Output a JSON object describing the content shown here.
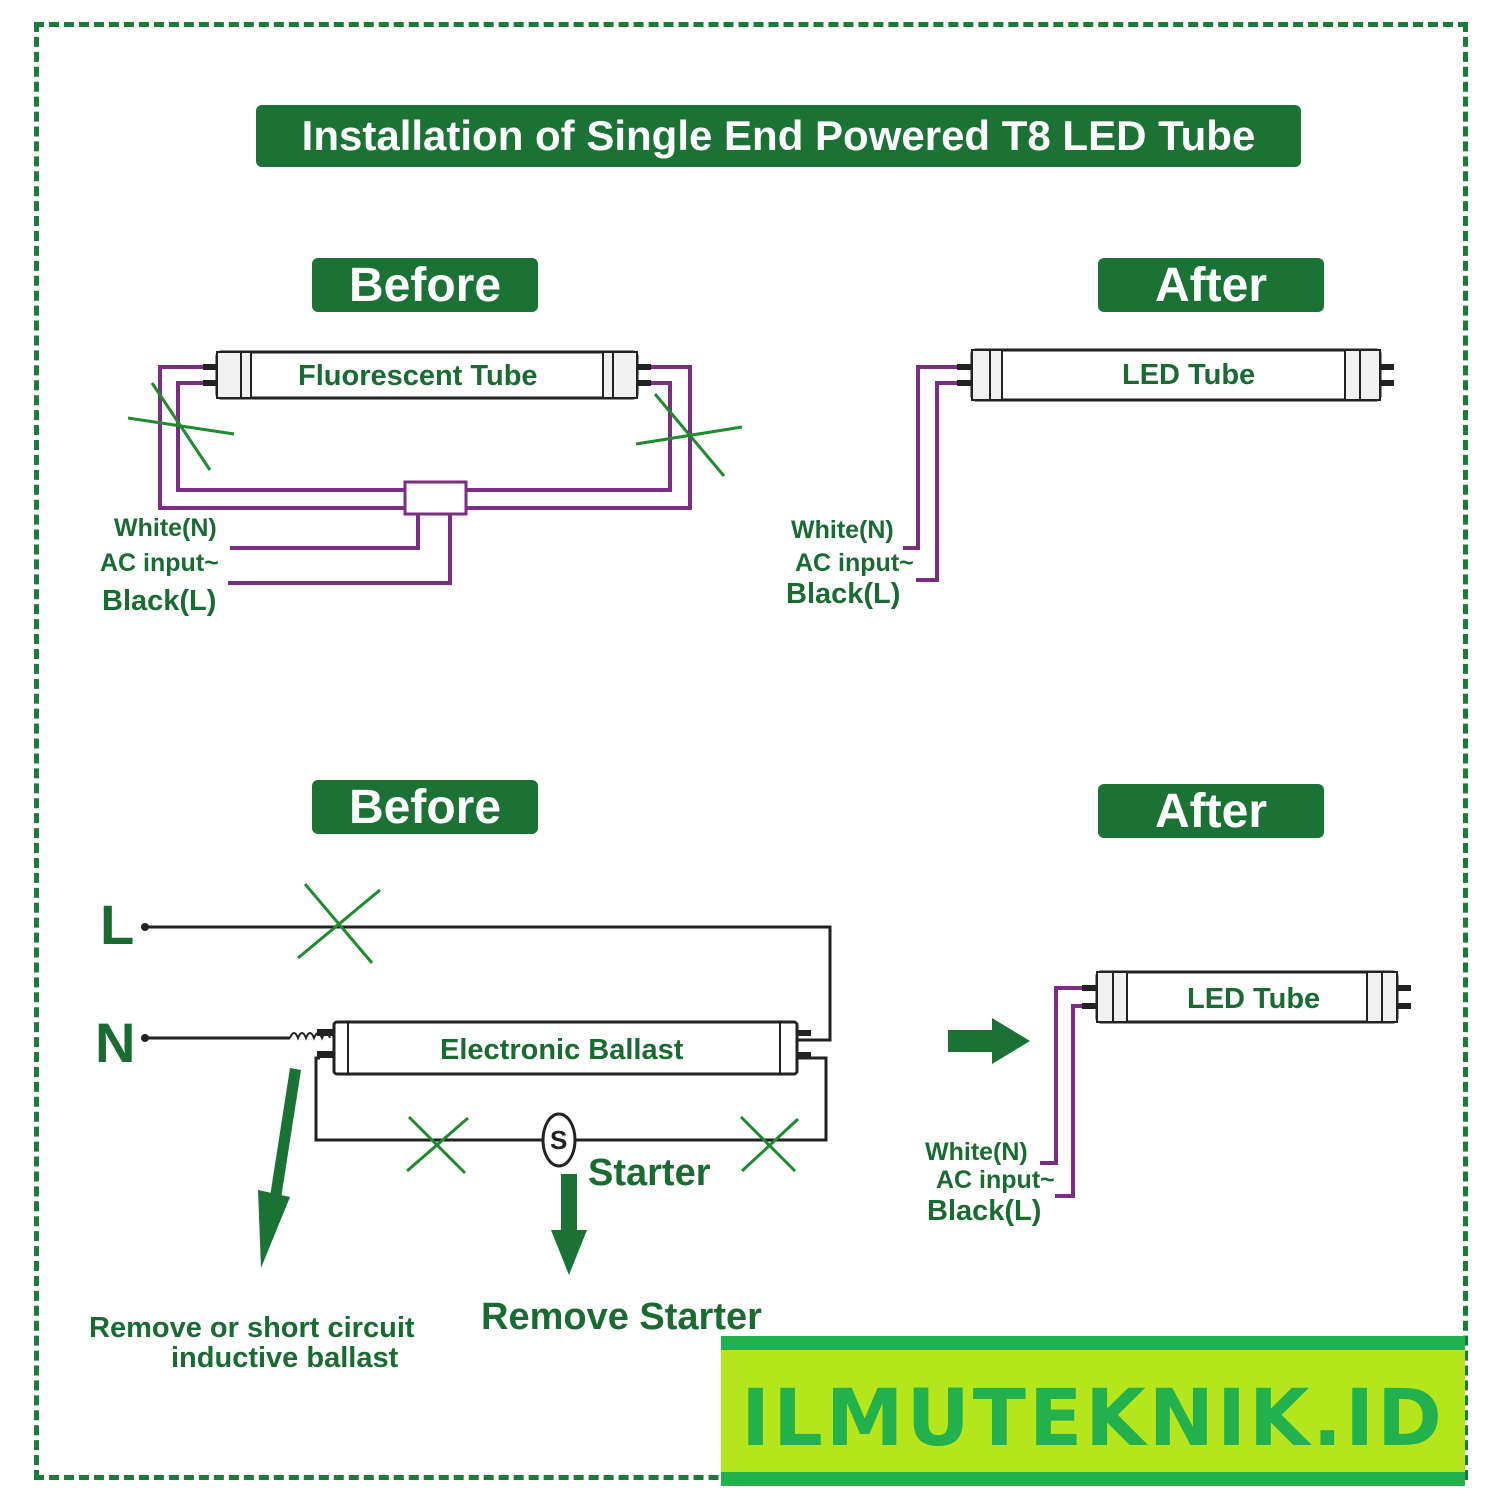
{
  "title": "Installation of Single End Powered T8 LED Tube",
  "panels": {
    "top_before": {
      "header": "Before",
      "tube": "Fluorescent Tube",
      "wire_white": "White(N)",
      "ac_input": "AC input~",
      "wire_black": "Black(L)"
    },
    "top_after": {
      "header": "After",
      "tube": "LED Tube",
      "wire_white": "White(N)",
      "ac_input": "AC input~",
      "wire_black": "Black(L)"
    },
    "bottom_before": {
      "header": "Before",
      "line_L": "L",
      "line_N": "N",
      "ballast": "Electronic Ballast",
      "starter_symbol": "S",
      "starter": "Starter",
      "note_ballast_line1": "Remove or short circuit",
      "note_ballast_line2": "inductive ballast",
      "note_starter": "Remove Starter"
    },
    "bottom_after": {
      "header": "After",
      "tube": "LED Tube",
      "wire_white": "White(N)",
      "ac_input": "AC input~",
      "wire_black": "Black(L)"
    }
  },
  "watermark": "ILMUTEKNIK.ID",
  "colors": {
    "header_bg": "#1a7334",
    "label_text": "#1a6b32",
    "wire": "#7b2d83",
    "cross": "#1f8a2e",
    "frame": "#1c7a3a",
    "logo_bg": "#b5e61d",
    "logo_text": "#22b14c"
  }
}
